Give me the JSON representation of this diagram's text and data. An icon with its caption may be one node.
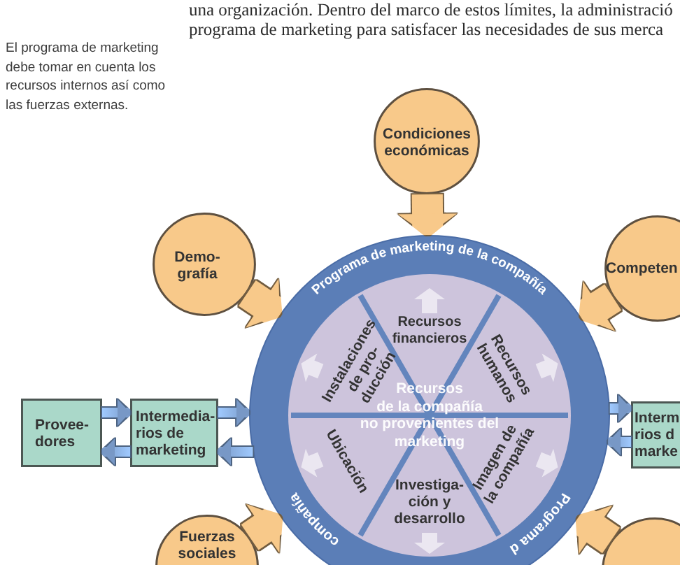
{
  "diagram": {
    "caption": "El programa de marketing debe tomar en cuenta los recursos internos así como las fuerzas externas.",
    "nodes": [
      {
        "text": [
          "Condiciones económicas"
        ]
      },
      {
        "text": [
          "Demo- grafía"
        ]
      },
      {
        "text": [
          "Competen"
        ]
      },
      {
        "text": [
          "Programa de marketing de la compañía",
          "Recursos financieros",
          "Instalaciones de pro- ducción",
          "Recursos humanos",
          "Recursos de la compañía no provenientes del marketing",
          "Ubicación",
          "Imagen de la compañía",
          "Investiga- ción y desarrollo",
          "compañía",
          "Programa d"
        ]
      },
      {
        "text": [
          "Provee- dores"
        ]
      },
      {
        "text": [
          "Intermedia- rios de marketing"
        ]
      },
      {
        "text": [
          "Interm rios d marke"
        ]
      },
      {
        "text": [
          "Fuerzas sociales"
        ]
      },
      {
        "text": [],
        "shape": "circle"
      }
    ],
    "edges": [
      {
        "from": 0,
        "to": 3,
        "arrow": "to",
        "color": "#f8c98a"
      },
      {
        "from": 1,
        "to": 3,
        "arrow": "to",
        "color": "#f8c98a"
      },
      {
        "from": 2,
        "to": 3,
        "arrow": "to",
        "color": "#f8c98a"
      },
      {
        "from": 4,
        "to": 5,
        "arrow": "to"
      },
      {
        "from": 5,
        "to": 4,
        "arrow": "to"
      },
      {
        "from": 5,
        "to": 3,
        "arrow": "to"
      },
      {
        "from": 3,
        "to": 5,
        "arrow": "to"
      },
      {
        "from": 3,
        "to": 6,
        "arrow": "to"
      },
      {
        "from": 6,
        "to": 3,
        "arrow": "to"
      },
      {
        "from": 7,
        "to": 3,
        "arrow": "to",
        "color": "#f8c98a"
      },
      {
        "from": 8,
        "to": 3,
        "arrow": "to",
        "color": "#f8c98a"
      }
    ],
    "labels": [
      "una organización. Dentro del marco de estos límites, la administració",
      "programa de marketing para satisfacer las necesidades de sus merca"
    ]
  }
}
